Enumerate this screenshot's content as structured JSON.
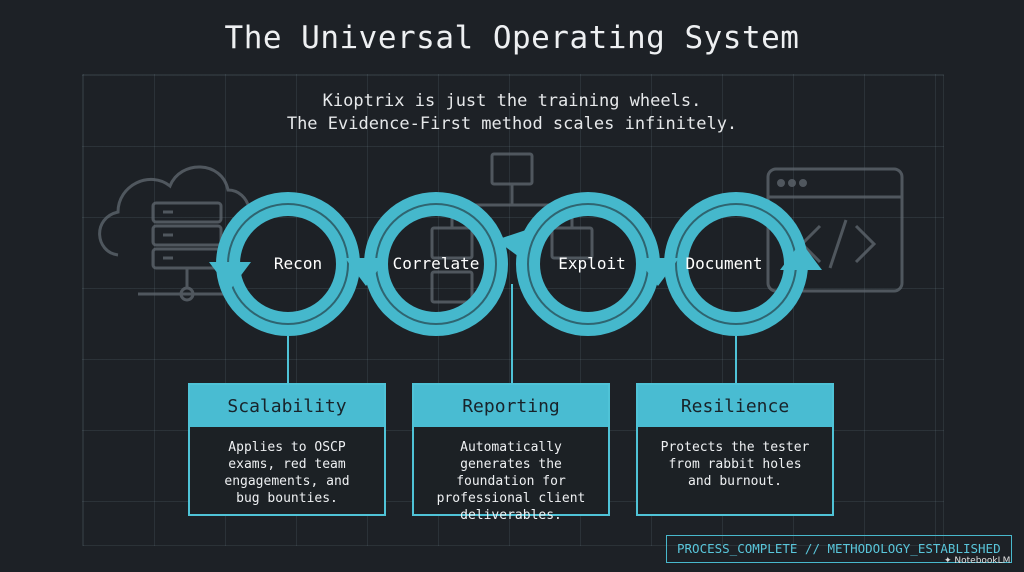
{
  "title": "The Universal Operating System",
  "subtitle": {
    "line1": "Kioptrix is just the training wheels.",
    "line2": "The Evidence-First method scales infinitely."
  },
  "stages": [
    "Recon",
    "Correlate",
    "Exploit",
    "Document"
  ],
  "background_icons": [
    "cloud-server-icon",
    "network-hierarchy-icon",
    "code-window-icon"
  ],
  "cards": [
    {
      "heading": "Scalability",
      "body": [
        "Applies to OSCP",
        "exams, red team",
        "engagements, and",
        "bug bounties."
      ]
    },
    {
      "heading": "Reporting",
      "body": [
        "Automatically",
        "generates the",
        "foundation for",
        "professional client",
        "deliverables."
      ]
    },
    {
      "heading": "Resilience",
      "body": [
        "Protects the tester",
        "from rabbit holes",
        "and burnout."
      ]
    }
  ],
  "status_text": "PROCESS_COMPLETE // METHODOLOGY_ESTABLISHED",
  "brand": "NotebookLM",
  "colors": {
    "background": "#1d2126",
    "accent": "#4fc3d7",
    "text": "#eef0f2"
  }
}
